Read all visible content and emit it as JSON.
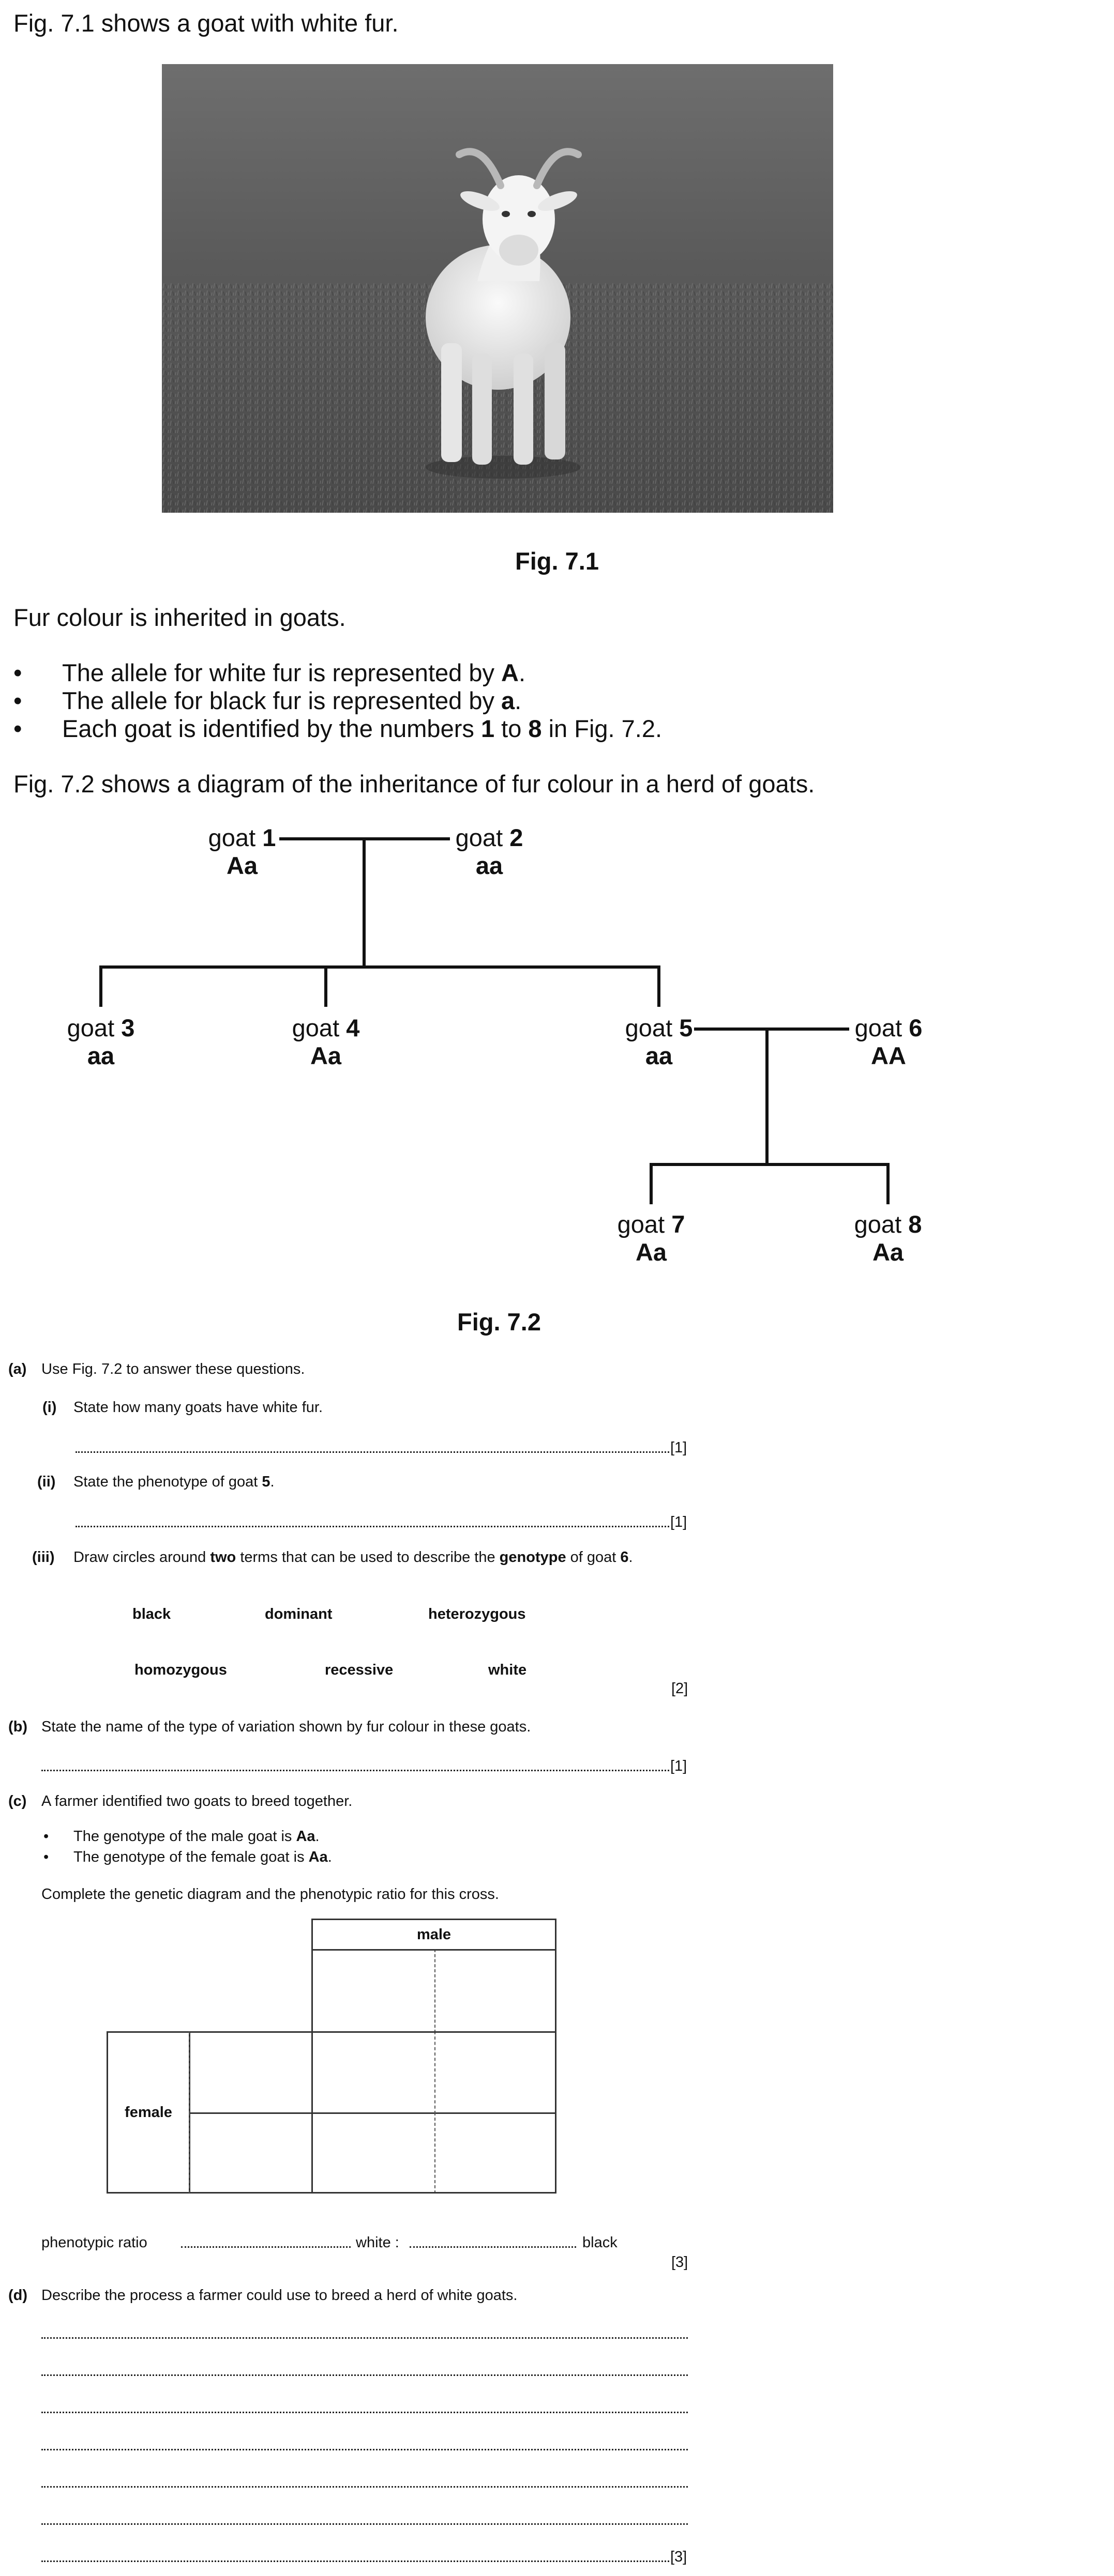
{
  "intro": {
    "fig71_sentence_pre": "Fig. 7.1 shows a goat with white fur.",
    "photo_alt": "goat with white fur standing in a grassy field",
    "fig71_caption": "Fig. 7.1",
    "inherit_sentence": "Fur colour is inherited in goats.",
    "bullets": [
      {
        "pre": "The allele for white fur is represented by ",
        "bold": "A",
        "post": "."
      },
      {
        "pre": "The allele for black fur is represented by ",
        "bold": "a",
        "post": "."
      },
      {
        "pre": "Each goat is identified by the numbers ",
        "bold": "1",
        "mid": " to ",
        "bold2": "8",
        "post": " in Fig. 7.2."
      }
    ],
    "fig72_sentence": "Fig. 7.2 shows a diagram of the inheritance of fur colour in a herd of goats."
  },
  "pedigree": {
    "goat_word": "goat",
    "goats": [
      {
        "num": "1",
        "genotype": "Aa"
      },
      {
        "num": "2",
        "genotype": "aa"
      },
      {
        "num": "3",
        "genotype": "aa"
      },
      {
        "num": "4",
        "genotype": "Aa"
      },
      {
        "num": "5",
        "genotype": "aa"
      },
      {
        "num": "6",
        "genotype": "AA"
      },
      {
        "num": "7",
        "genotype": "Aa"
      },
      {
        "num": "8",
        "genotype": "Aa"
      }
    ],
    "caption": "Fig. 7.2"
  },
  "questions": {
    "a": {
      "label": "(a)",
      "text": "Use Fig. 7.2 to answer these questions.",
      "i": {
        "label": "(i)",
        "text": "State how many goats have white fur.",
        "marks": "[1]"
      },
      "ii": {
        "label": "(ii)",
        "text_pre": "State the phenotype of goat ",
        "text_bold": "5",
        "text_post": ".",
        "marks": "[1]"
      },
      "iii": {
        "label": "(iii)",
        "text_pre": "Draw circles around ",
        "text_b1": "two",
        "text_mid": " terms that can be used to describe the ",
        "text_b2": "genotype",
        "text_mid2": " of goat ",
        "text_b3": "6",
        "text_post": ".",
        "terms_row1": [
          "black",
          "dominant",
          "heterozygous"
        ],
        "terms_row2": [
          "homozygous",
          "recessive",
          "white"
        ],
        "marks": "[2]"
      }
    },
    "b": {
      "label": "(b)",
      "text": "State the name of the type of variation shown by fur colour in these goats.",
      "marks": "[1]"
    },
    "c": {
      "label": "(c)",
      "text": "A farmer identified two goats to breed together.",
      "bullets": [
        {
          "pre": "The genotype of the male goat is ",
          "bold": "Aa",
          "post": "."
        },
        {
          "pre": "The genotype of the female goat is ",
          "bold": "Aa",
          "post": "."
        }
      ],
      "instruction": "Complete the genetic diagram and the phenotypic ratio for this cross.",
      "grid_male": "male",
      "grid_female": "female",
      "ratio_label": "phenotypic ratio",
      "ratio_white": "white :",
      "ratio_black": "black",
      "marks": "[3]"
    },
    "d": {
      "label": "(d)",
      "text": "Describe the process a farmer could use to breed a herd of white goats.",
      "marks": "[3]"
    }
  }
}
